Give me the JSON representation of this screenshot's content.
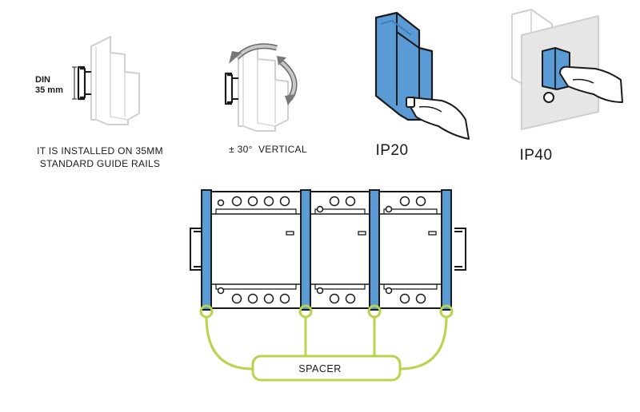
{
  "colors": {
    "module_blue": "#5b9bd5",
    "module_blue_dark": "#3f7fb8",
    "spacer_green": "#b8d44a",
    "outline_light": "#cfcfcf",
    "outline_dark": "#1a1a1a",
    "panel_grey": "#e6e6e6"
  },
  "icons": [
    "din-rail-icon",
    "rotate-arrows-icon",
    "finger-press-icon",
    "cover-panel-icon"
  ],
  "captions": {
    "din_line1": "DIN",
    "din_line2": "35 mm",
    "install_line1": "IT IS INSTALLED ON 35MM",
    "install_line2": "STANDARD GUIDE RAILS",
    "angle": "± 30°  VERTICAL",
    "ip20": "IP20",
    "ip40": "IP40",
    "spacer": "SPACER"
  }
}
